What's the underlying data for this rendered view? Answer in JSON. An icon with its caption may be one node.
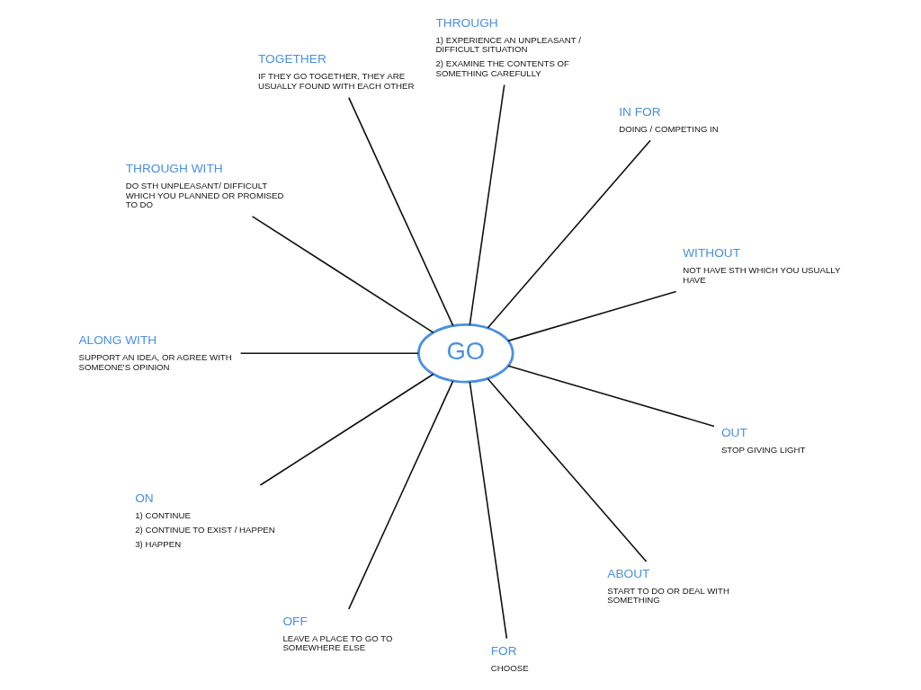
{
  "diagram": {
    "nodes": [
      {
        "text": [
          "GO"
        ]
      },
      {
        "text": [
          "THROUGH WITH",
          "DO STH UNPLEASANT/ DIFFICULT WHICH YOU PLANNED OR PROMISED TO DO"
        ]
      },
      {
        "text": [
          "TOGETHER",
          "IF THEY GO TOGETHER, THEY ARE USUALLY FOUND WITH EACH OTHER"
        ]
      },
      {
        "text": [
          "THROUGH",
          "1) EXPERIENCE AN UNPLEASANT / DIFFICULT SITUATION",
          "2) EXAMINE THE CONTENTS OF SOMETHING CAREFULLY"
        ]
      },
      {
        "text": [
          "IN FOR",
          "DOING / COMPETING IN"
        ]
      },
      {
        "text": [
          "WITHOUT",
          "NOT HAVE STH WHICH YOU USUALLY HAVE"
        ]
      },
      {
        "text": [
          "OUT",
          "STOP GIVING LIGHT"
        ]
      },
      {
        "text": [
          "ABOUT",
          "START TO DO OR DEAL WITH SOMETHING"
        ]
      },
      {
        "text": [
          "FOR",
          "CHOOSE"
        ]
      },
      {
        "text": [
          "OFF",
          "LEAVE A PLACE TO GO TO SOMEWHERE ELSE"
        ]
      },
      {
        "text": [
          "ON",
          "1) CONTINUE",
          "2) CONTINUE TO EXIST / HAPPEN",
          "3) HAPPEN"
        ]
      },
      {
        "text": [
          "ALONG WITH",
          "SUPPORT AN IDEA, OR AGREE WITH SOMEONE'S OPINION"
        ]
      }
    ],
    "edges": [
      {
        "from": 0,
        "to": 1,
        "arrow": "none"
      },
      {
        "from": 0,
        "to": 2,
        "arrow": "none"
      },
      {
        "from": 0,
        "to": 3,
        "arrow": "none"
      },
      {
        "from": 0,
        "to": 4,
        "arrow": "none"
      },
      {
        "from": 0,
        "to": 5,
        "arrow": "none"
      },
      {
        "from": 0,
        "to": 6,
        "arrow": "none"
      },
      {
        "from": 0,
        "to": 7,
        "arrow": "none"
      },
      {
        "from": 0,
        "to": 8,
        "arrow": "none"
      },
      {
        "from": 0,
        "to": 9,
        "arrow": "none"
      },
      {
        "from": 0,
        "to": 10,
        "arrow": "none"
      },
      {
        "from": 0,
        "to": 11,
        "arrow": "none"
      }
    ]
  }
}
